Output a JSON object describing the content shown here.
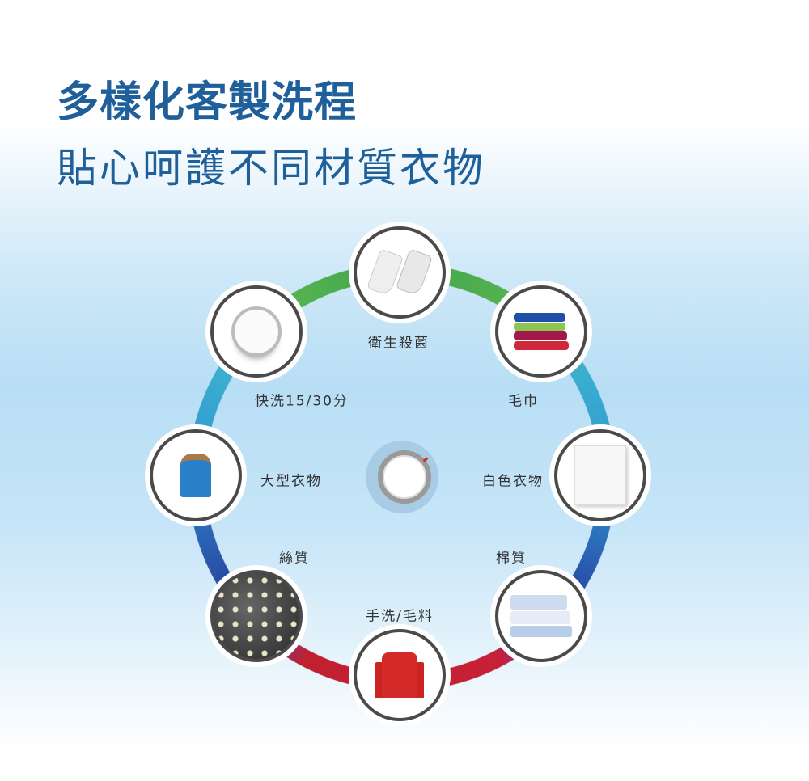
{
  "header": {
    "title": "多樣化客製洗程",
    "subtitle": "貼心呵護不同材質衣物"
  },
  "programs": [
    {
      "label": "衛生殺菌",
      "icon": "socks-icon"
    },
    {
      "label": "毛巾",
      "icon": "towels-icon"
    },
    {
      "label": "白色衣物",
      "icon": "white-shirt-icon"
    },
    {
      "label": "棉質",
      "icon": "cotton-shirts-icon"
    },
    {
      "label": "手洗/毛料",
      "icon": "sweater-icon"
    },
    {
      "label": "絲質",
      "icon": "silk-icon"
    },
    {
      "label": "大型衣物",
      "icon": "jacket-icon"
    },
    {
      "label": "快洗15/30分",
      "icon": "stopwatch-icon"
    }
  ],
  "colors": {
    "title": "#1f5f9a",
    "green": "#3fa64a",
    "cyan": "#3aaed0",
    "blue": "#273f9c",
    "purple": "#6a3aa2",
    "red": "#c0202f"
  }
}
